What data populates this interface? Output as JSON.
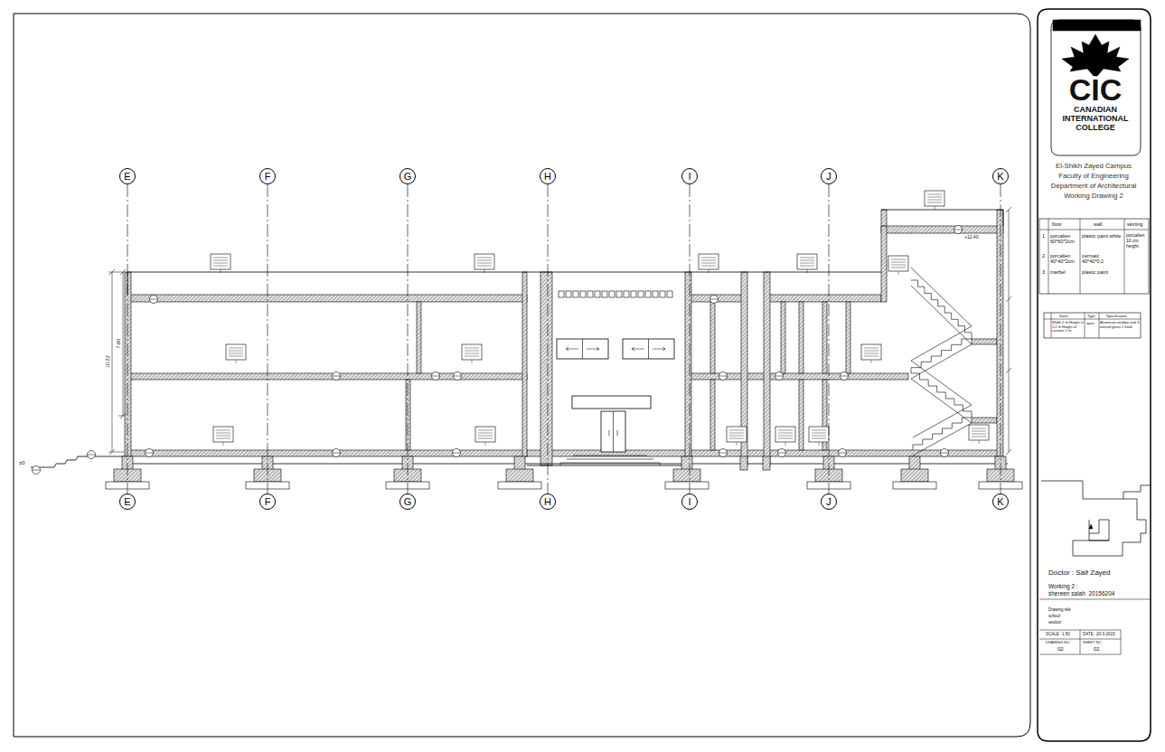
{
  "diagram": {
    "nodes": [
      {
        "text": [
          "E"
        ]
      },
      {
        "text": [
          "F"
        ]
      },
      {
        "text": [
          "G"
        ]
      },
      {
        "text": [
          "H"
        ]
      },
      {
        "text": [
          "I"
        ]
      },
      {
        "text": [
          "J"
        ]
      },
      {
        "text": [
          "K"
        ]
      },
      {
        "text": [
          "E"
        ]
      },
      {
        "text": [
          "F"
        ]
      },
      {
        "text": [
          "G"
        ]
      },
      {
        "text": [
          "H"
        ]
      },
      {
        "text": [
          "I"
        ]
      },
      {
        "text": [
          "J"
        ]
      },
      {
        "text": [
          "K"
        ]
      }
    ],
    "edges": [
      {
        "from": 0,
        "to": 7,
        "arrow": "none"
      },
      {
        "from": 1,
        "to": 8,
        "arrow": "none"
      },
      {
        "from": 2,
        "to": 9,
        "arrow": "none"
      },
      {
        "from": 3,
        "to": 10,
        "arrow": "none"
      },
      {
        "from": 4,
        "to": 11,
        "arrow": "none"
      },
      {
        "from": 5,
        "to": 12,
        "arrow": "none"
      },
      {
        "from": 6,
        "to": 13,
        "arrow": "none"
      }
    ],
    "labels": [
      "±0",
      "7.60",
      "10.22",
      "+12.40",
      "CIC",
      "CANADIAN INTERNATIONAL COLLEGE",
      "El-Shikh Zayed Campus",
      "Faculty of Engineering",
      "Department of Architectural",
      "Working Drawing 2",
      "floor",
      "wall",
      "skirting",
      "1",
      "porcalien 60*60*2cm",
      "plastic paint white",
      "porcalien 10 cm height",
      "2",
      "porcalien 40*40*2cm",
      "cermaic 40*40*0.2",
      "3",
      "marbel",
      "plastic paint",
      "Sizes",
      "Type",
      "Specification",
      "Width 2 m Height is 1.2 m Height of cassion 1 m",
      "open",
      "Aluminum window and 4 mound glass 2 fixed",
      "Doctor : Saif Zayed",
      "Working 2 :",
      "shereen salah  20156204",
      "Drawing title",
      "school",
      "section",
      "SCALE",
      "1:50",
      "DATE",
      "20-3-2019",
      "DRAWING NO.",
      "SHEET NO",
      "02",
      "02"
    ]
  }
}
